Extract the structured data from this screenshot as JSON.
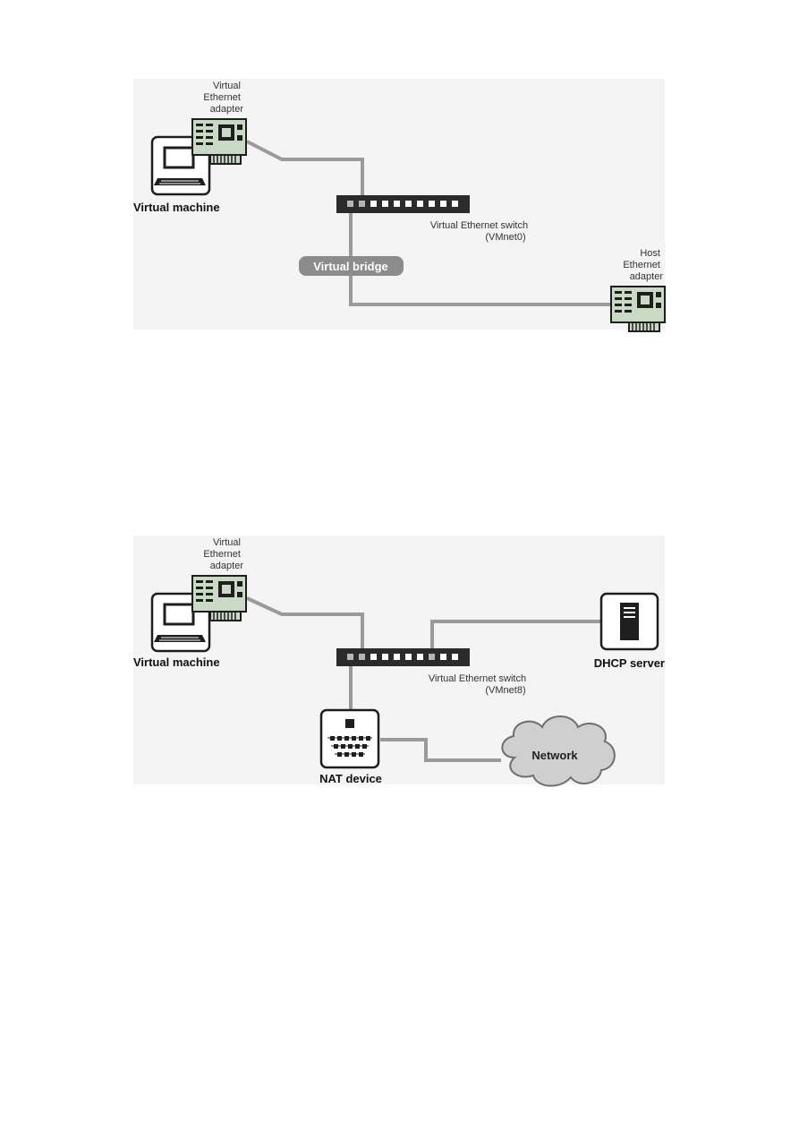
{
  "bridged_diagram": {
    "adapter_label": [
      "Virtual",
      "Ethernet",
      "adapter"
    ],
    "vm_label": "Virtual machine",
    "switch_label": [
      "Virtual Ethernet switch",
      "(VMnet0)"
    ],
    "bridge_label": "Virtual bridge",
    "host_adapter_label": [
      "Host",
      "Ethernet",
      "adapter"
    ]
  },
  "nat_diagram": {
    "adapter_label": [
      "Virtual",
      "Ethernet",
      "adapter"
    ],
    "vm_label": "Virtual machine",
    "switch_label": [
      "Virtual Ethernet switch",
      "(VMnet8)"
    ],
    "dhcp_label": "DHCP server",
    "nat_label": "NAT device",
    "network_label": "Network"
  },
  "colors": {
    "panel_bg": "#f4f4f4",
    "line": "#9a9a9a",
    "switch": "#2b2b2b",
    "pill": "#8c8c8c",
    "cloud": "#cfcfcf",
    "card_green": "#c8d9c4"
  },
  "icons": [
    "laptop-icon",
    "network-card-icon",
    "switch-icon",
    "server-icon",
    "nat-device-icon",
    "cloud-icon"
  ]
}
